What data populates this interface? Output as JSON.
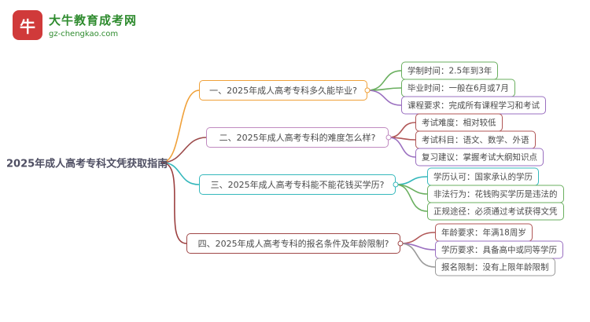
{
  "logo": {
    "icon_text": "牛",
    "icon_bg": "#d03a3a",
    "brand": "大牛教育成考网",
    "domain": "gz-chengkao.com",
    "brand_color": "#2e8b2e"
  },
  "root": {
    "title": "2025年成人高考专科文凭获取指南",
    "color": "#4f4f63"
  },
  "branches": [
    {
      "label": "一、2025年成人高考专科多久能毕业?",
      "border_color": "#f0a13a",
      "line_color": "#f0a13a",
      "children": [
        {
          "label": "学制时间：2.5年到3年",
          "color": "#6aaf5f"
        },
        {
          "label": "毕业时间：一般在6月或7月",
          "color": "#6aaf5f"
        },
        {
          "label": "课程要求：完成所有课程学习和考试",
          "color": "#9a6fc0"
        }
      ]
    },
    {
      "label": "二、2025年成人高考专科的难度怎么样?",
      "border_color": "#c08ac0",
      "line_color": "#9c4a4a",
      "children": [
        {
          "label": "考试难度：相对较低",
          "color": "#b05656"
        },
        {
          "label": "考试科目：语文、数学、外语",
          "color": "#b05656"
        },
        {
          "label": "复习建议：掌握考试大纲知识点",
          "color": "#9a6fc0"
        }
      ]
    },
    {
      "label": "三、2025年成人高考专科能不能花钱买学历?",
      "border_color": "#35b8bc",
      "line_color": "#35b8bc",
      "children": [
        {
          "label": "学历认可：国家承认的学历",
          "color": "#35b8bc"
        },
        {
          "label": "非法行为：花钱购买学历是违法的",
          "color": "#6aaf5f"
        },
        {
          "label": "正规途径：必须通过考试获得文凭",
          "color": "#6aaf5f"
        }
      ]
    },
    {
      "label": "四、2025年成人高考专科的报名条件及年龄限制?",
      "border_color": "#a04848",
      "line_color": "#9c4040",
      "children": [
        {
          "label": "年龄要求：年满18周岁",
          "color": "#b05656"
        },
        {
          "label": "学历要求：具备高中或同等学历",
          "color": "#9a6fc0"
        },
        {
          "label": "报名限制：没有上限年龄限制",
          "color": "#9a9a9a"
        }
      ]
    }
  ]
}
